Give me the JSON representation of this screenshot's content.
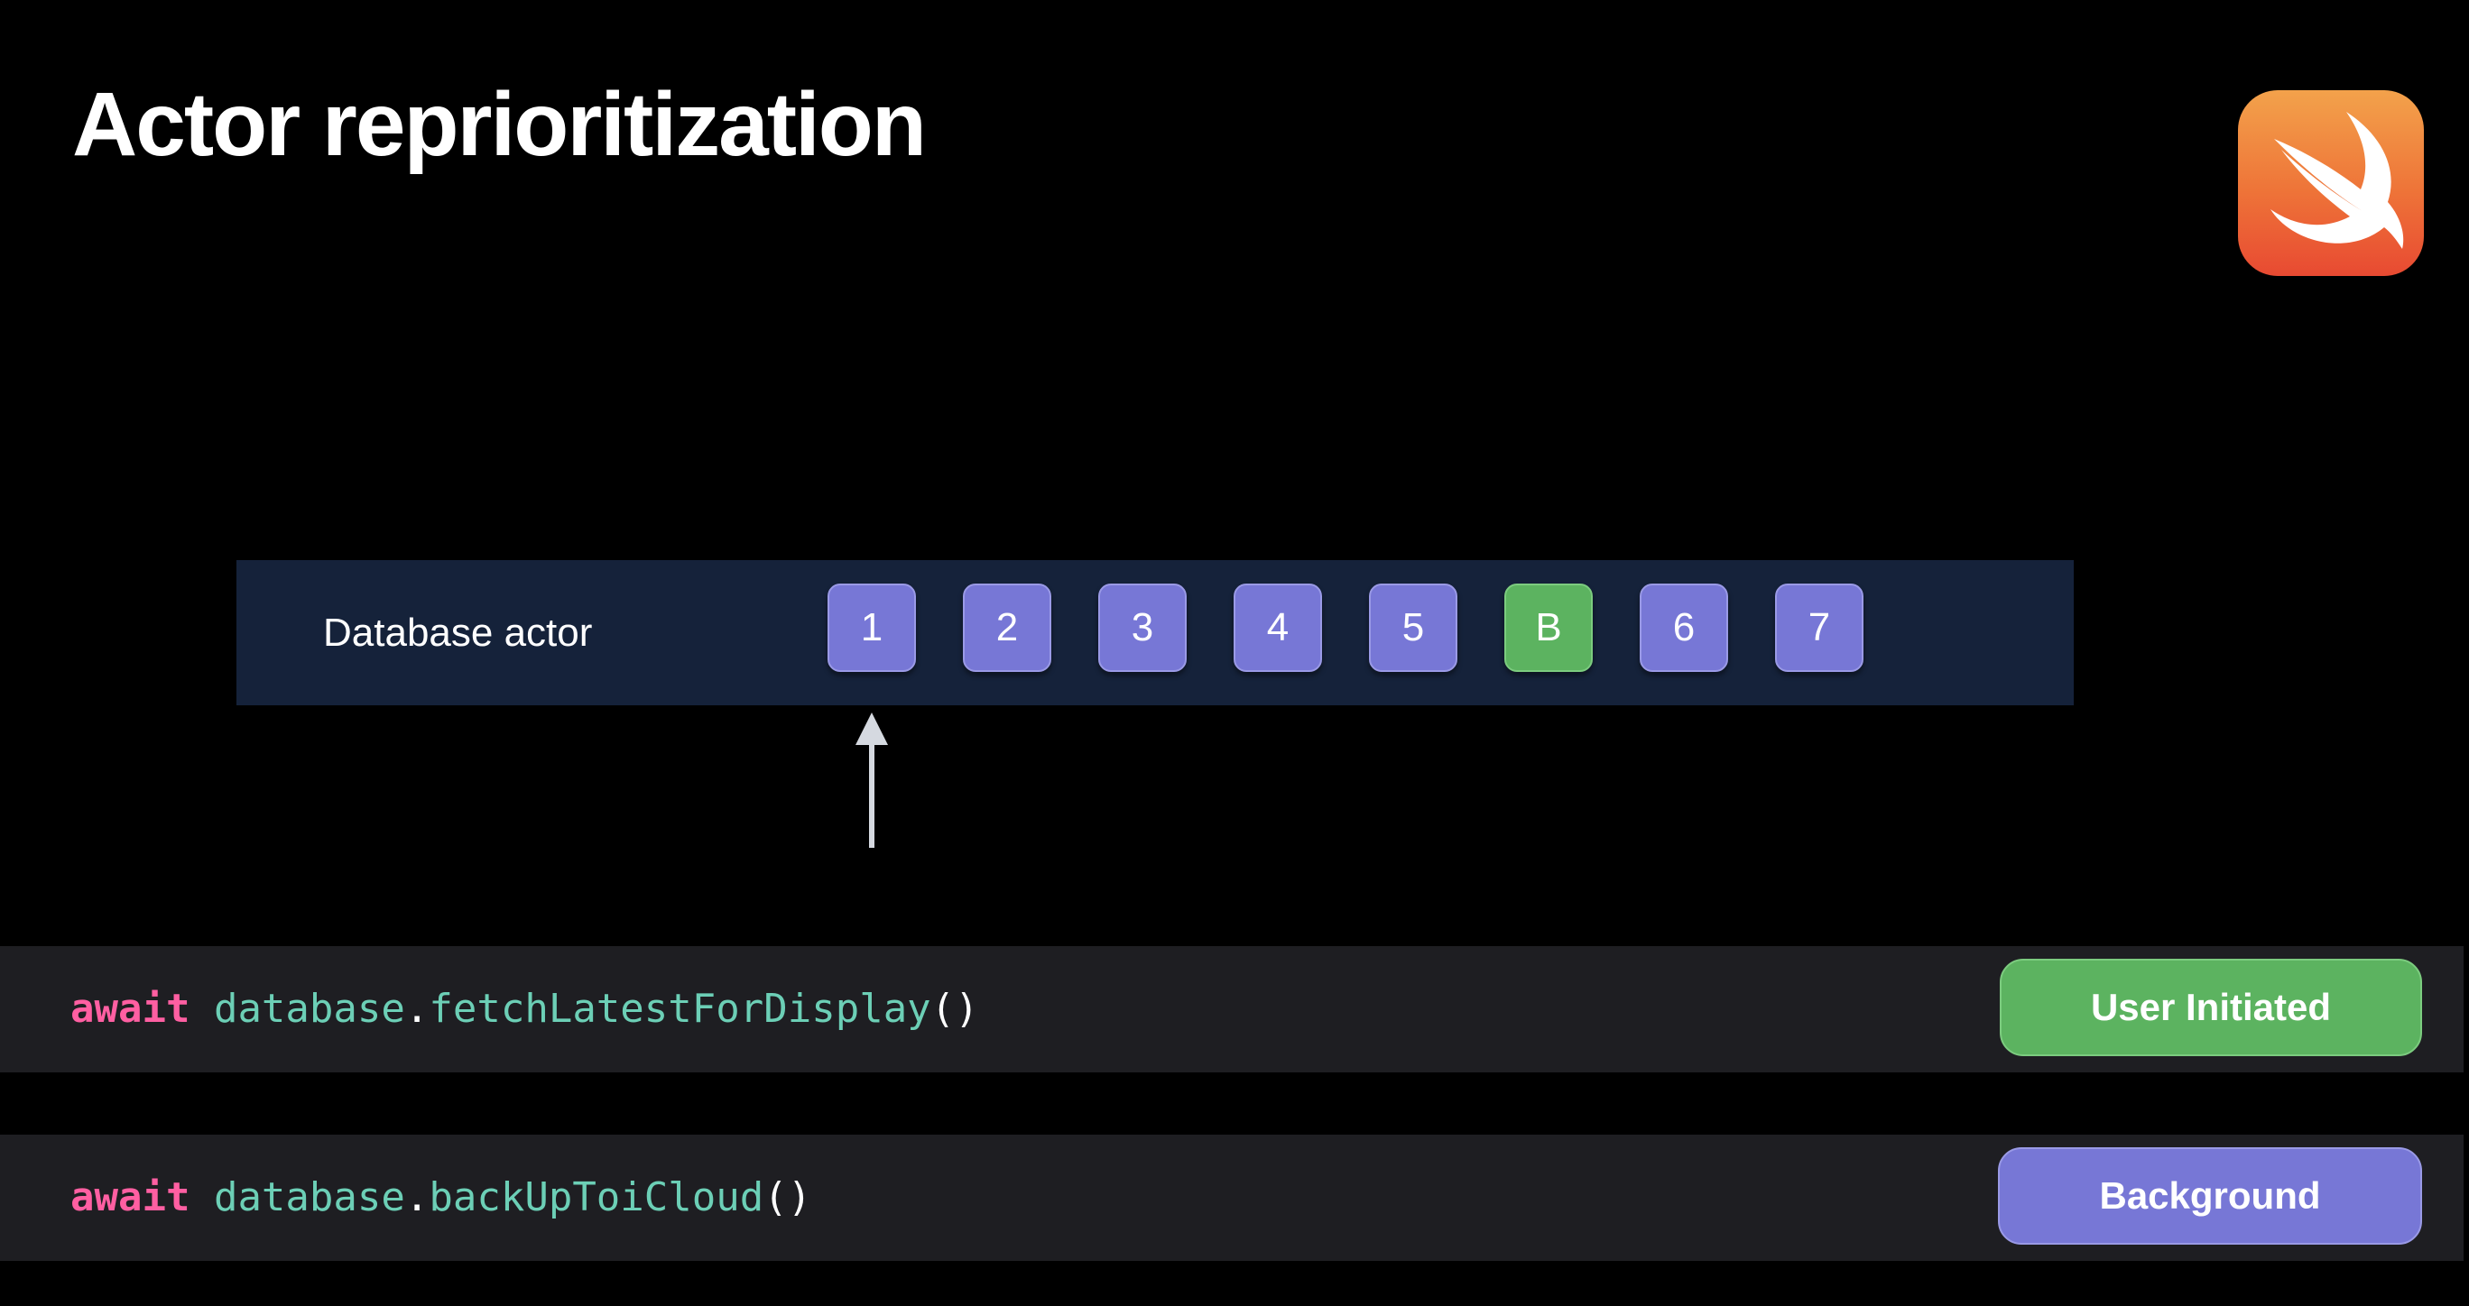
{
  "slide": {
    "title": "Actor reprioritization"
  },
  "actor": {
    "label": "Database actor",
    "jobs": [
      {
        "label": "1",
        "color": "#7777d6"
      },
      {
        "label": "2",
        "color": "#7777d6"
      },
      {
        "label": "3",
        "color": "#7777d6"
      },
      {
        "label": "4",
        "color": "#7777d6"
      },
      {
        "label": "5",
        "color": "#7777d6"
      },
      {
        "label": "B",
        "color": "#5cb360"
      },
      {
        "label": "6",
        "color": "#7777d6"
      },
      {
        "label": "7",
        "color": "#7777d6"
      }
    ]
  },
  "code_rows": [
    {
      "keyword": "await",
      "object": "database",
      "dot": ".",
      "method": "fetchLatestForDisplay",
      "parens": "()",
      "priority": "User Initiated",
      "priority_color": "#5cb360"
    },
    {
      "keyword": "await",
      "object": "database",
      "dot": ".",
      "method": "backUpToiCloud",
      "parens": "()",
      "priority": "Background",
      "priority_color": "#7777d6"
    }
  ],
  "icons": {
    "logo": "swift-logo-icon",
    "pointer": "arrow-up-icon"
  }
}
